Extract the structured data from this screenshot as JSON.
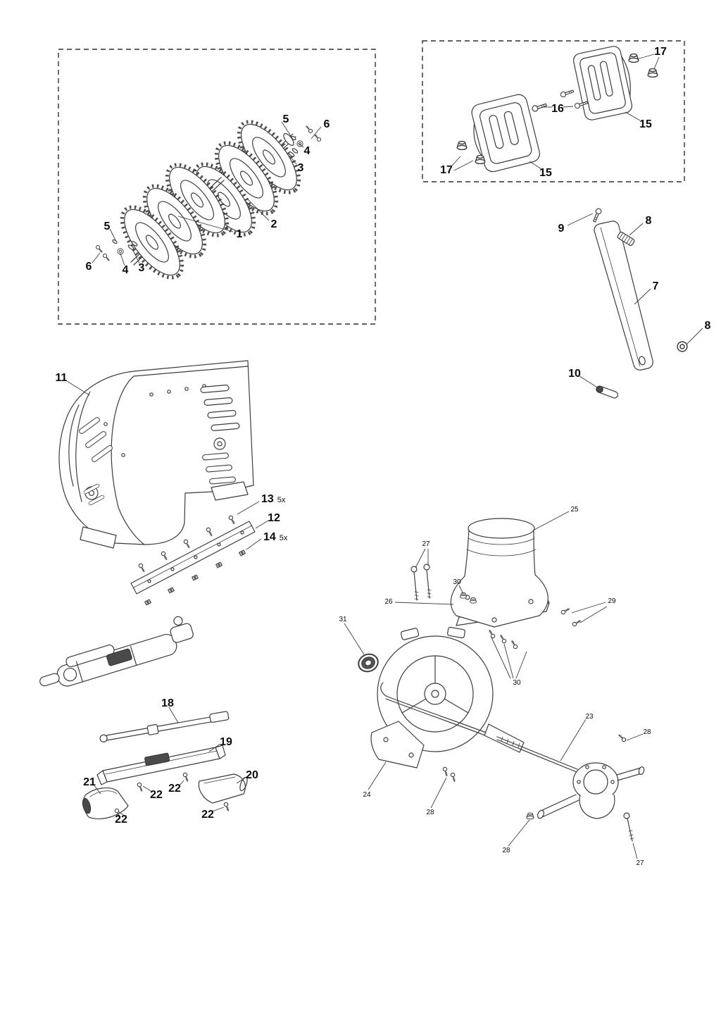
{
  "diagram": {
    "background": "#ffffff",
    "line_color": "#3c3c3c",
    "callout_color": "#0a0a0a"
  },
  "callouts": [
    {
      "label": "5"
    },
    {
      "label": "6"
    },
    {
      "label": "4"
    },
    {
      "label": "3"
    },
    {
      "label": "2"
    },
    {
      "label": "1"
    },
    {
      "label": "5"
    },
    {
      "label": "6"
    },
    {
      "label": "4"
    },
    {
      "label": "3"
    },
    {
      "label": "17"
    },
    {
      "label": "16"
    },
    {
      "label": "15"
    },
    {
      "label": "17"
    },
    {
      "label": "15"
    },
    {
      "label": "9"
    },
    {
      "label": "8"
    },
    {
      "label": "7"
    },
    {
      "label": "8"
    },
    {
      "label": "10"
    },
    {
      "label": "11"
    },
    {
      "label": "13",
      "qty": "5x"
    },
    {
      "label": "12"
    },
    {
      "label": "14",
      "qty": "5x"
    },
    {
      "label": "18"
    },
    {
      "label": "19"
    },
    {
      "label": "21"
    },
    {
      "label": "20"
    },
    {
      "label": "22"
    },
    {
      "label": "22"
    },
    {
      "label": "22"
    },
    {
      "label": "22"
    },
    {
      "label": "25"
    },
    {
      "label": "27"
    },
    {
      "label": "30"
    },
    {
      "label": "26"
    },
    {
      "label": "29"
    },
    {
      "label": "31"
    },
    {
      "label": "30"
    },
    {
      "label": "23"
    },
    {
      "label": "28"
    },
    {
      "label": "24"
    },
    {
      "label": "28"
    },
    {
      "label": "28"
    },
    {
      "label": "27"
    }
  ]
}
